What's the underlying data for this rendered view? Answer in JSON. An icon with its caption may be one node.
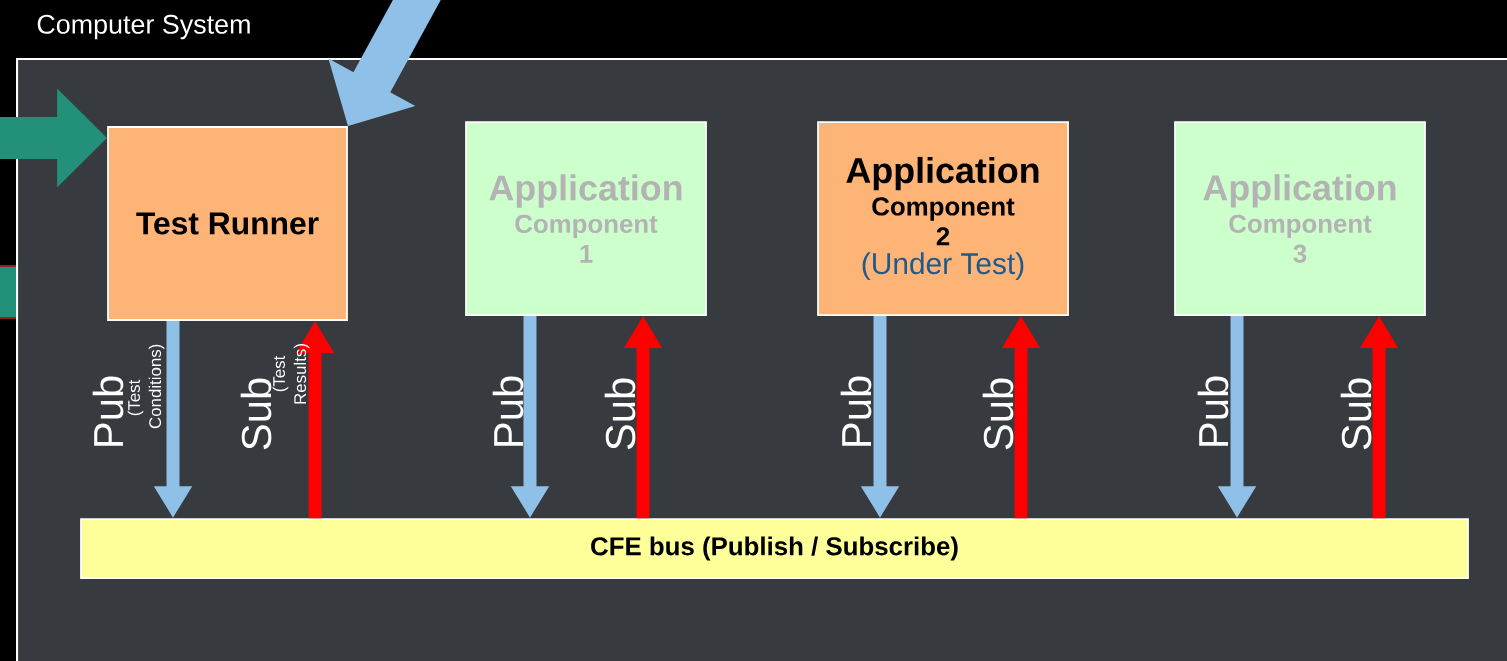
{
  "diagram": {
    "nodes": [
      {
        "text": [
          "Computer System"
        ]
      },
      {
        "text": [
          "Test Runner"
        ],
        "in": 0
      },
      {
        "text": [
          "Application",
          "Component 1"
        ],
        "in": 0
      },
      {
        "text": [
          "Application",
          "Component 2",
          "(Under Test)"
        ],
        "in": 0
      },
      {
        "text": [
          "Application",
          "Component 3"
        ],
        "in": 0
      },
      {
        "text": [
          "CFE bus (Publish / Subscribe)"
        ],
        "in": 0
      }
    ],
    "edges": [
      {
        "from": null,
        "to": 1,
        "arrow": "to",
        "style": "thick",
        "color": "#23917a"
      },
      {
        "from": null,
        "to": 1,
        "arrow": "to",
        "style": "thick",
        "color": "#8fc0e8"
      },
      {
        "from": 1,
        "to": 5,
        "arrow": "to",
        "label": "Pub",
        "color": "#8fc0e8"
      },
      {
        "from": 5,
        "to": 1,
        "arrow": "to",
        "label": "Sub",
        "color": "#ff0000"
      },
      {
        "from": 2,
        "to": 5,
        "arrow": "to",
        "label": "Pub",
        "color": "#8fc0e8"
      },
      {
        "from": 5,
        "to": 2,
        "arrow": "to",
        "label": "Sub",
        "color": "#ff0000"
      },
      {
        "from": 3,
        "to": 5,
        "arrow": "to",
        "label": "Pub",
        "color": "#8fc0e8"
      },
      {
        "from": 5,
        "to": 3,
        "arrow": "to",
        "label": "Sub",
        "color": "#ff0000"
      },
      {
        "from": 4,
        "to": 5,
        "arrow": "to",
        "label": "Pub",
        "color": "#8fc0e8"
      },
      {
        "from": 5,
        "to": 4,
        "arrow": "to",
        "label": "Sub",
        "color": "#ff0000"
      }
    ],
    "labels": [
      "(Test Conditions)",
      "(Test Results)"
    ]
  }
}
